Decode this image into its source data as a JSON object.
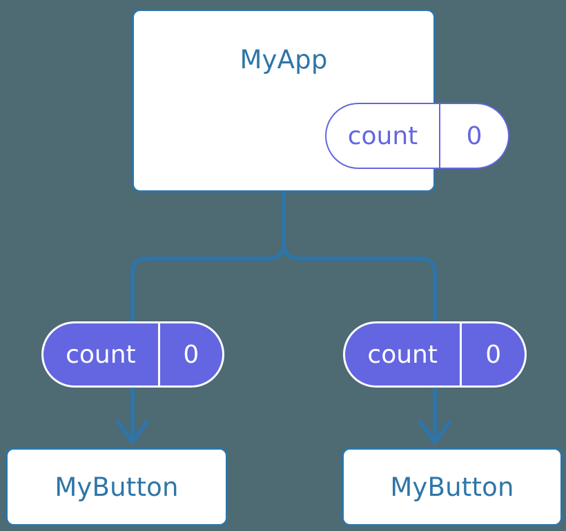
{
  "diagram": {
    "title_hidden": "",
    "background_color": "#4e6a73",
    "accent_blue": "#2e75a8",
    "accent_purple": "#6366e0",
    "root": {
      "name": "MyApp",
      "state": {
        "key": "count",
        "value": "0"
      }
    },
    "children": [
      {
        "state": {
          "key": "count",
          "value": "0"
        },
        "component": "MyButton"
      },
      {
        "state": {
          "key": "count",
          "value": "0"
        },
        "component": "MyButton"
      }
    ]
  }
}
